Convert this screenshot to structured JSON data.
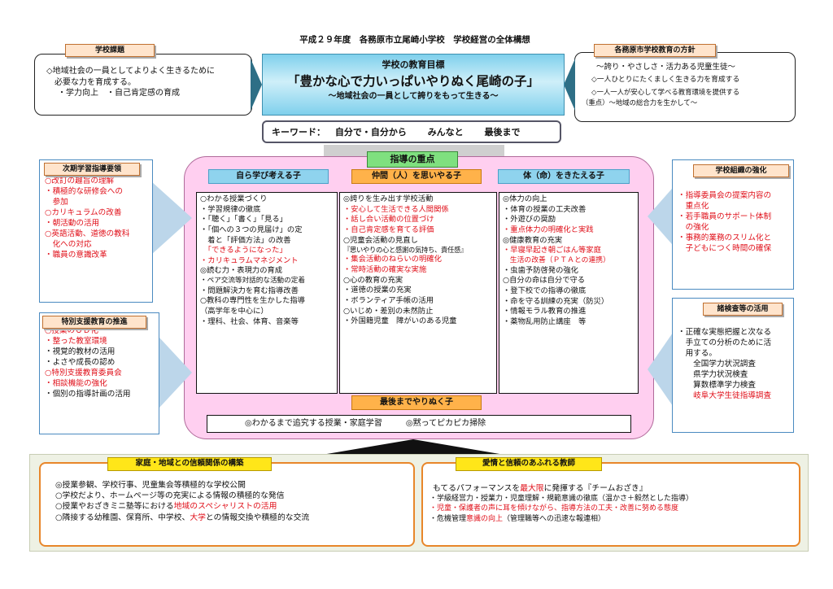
{
  "header_title": "平成２９年度　各務原市立尾崎小学校　学校経営の全体構想",
  "school_issues": {
    "tag": "学校課題",
    "lines": [
      "◇地域社会の一員としてよりよく生きるために",
      "必要な力を育成する。",
      "・学力向上　・自己肯定感の育成"
    ]
  },
  "city_policy": {
    "tag": "各務原市学校教育の方針",
    "lines": [
      "～誇り・やさしさ・活力ある児童生徒～",
      "◇一人ひとりにたくましく生きる力を育成する",
      "◇一人一人が安心して学べる教育環境を提供する",
      "（重点）～地域の総合力を生かして～"
    ]
  },
  "goal": {
    "label": "学校の教育目標",
    "main": "「豊かな心で力いっぱいやりぬく尾崎の子」",
    "sub": "～地域社会の一員として誇りをもって生きる～"
  },
  "keyword": {
    "label": "キーワード：",
    "items": [
      "自分で・自分から",
      "みんなと",
      "最後まで"
    ]
  },
  "priority_title": "指導の重点",
  "next_curriculum": {
    "tag": "次期学習指導要領",
    "lines": [
      {
        "t": "○改訂の趣旨の理解",
        "red": true
      },
      {
        "t": "・積極的な研修会への",
        "red": true
      },
      {
        "t": "　参加",
        "red": true
      },
      {
        "t": "○カリキュラムの改善",
        "red": true
      },
      {
        "t": "・朝活動の活用",
        "red": true
      },
      {
        "t": "○英語活動、道徳の教科",
        "red": true
      },
      {
        "t": "　化への対応",
        "red": true
      },
      {
        "t": "・職員の意識改革",
        "red": true
      }
    ]
  },
  "special_support": {
    "tag": "特別支援教育の推進",
    "lines": [
      {
        "t": "○授業のＵＤ化",
        "red": true
      },
      {
        "t": "・整った教室環境",
        "red": true
      },
      {
        "t": "・視覚的教材の活用",
        "red": false
      },
      {
        "t": "・よさや成長の認め",
        "red": false
      },
      {
        "t": "○特別支援教育委員会",
        "red": true
      },
      {
        "t": "・相談機能の強化",
        "red": true
      },
      {
        "t": "・個別の指導計画の活用",
        "red": false
      }
    ]
  },
  "organization": {
    "tag": "学校組織の強化",
    "lines": [
      {
        "t": "・指導委員会の提案内容の",
        "red": true
      },
      {
        "t": "　重点化",
        "red": true
      },
      {
        "t": "・若手職員のサポート体制",
        "red": true
      },
      {
        "t": "　の強化",
        "red": true
      },
      {
        "t": "・事務的業務のスリム化と",
        "red": true
      },
      {
        "t": "　子どもにつく時間の確保",
        "red": true
      }
    ]
  },
  "tests": {
    "tag": "諸検査等の活用",
    "lines": [
      {
        "t": "・正確な実態把握と次なる",
        "red": false
      },
      {
        "t": "　手立ての分析のために活",
        "red": false
      },
      {
        "t": "　用する。",
        "red": false
      },
      {
        "t": "　　全国学力状況調査",
        "red": false
      },
      {
        "t": "　　県学力状況検査",
        "red": false
      },
      {
        "t": "　　算数標準学力検査",
        "red": false
      },
      {
        "t": "　　岐阜大学生徒指導調査",
        "red": true
      }
    ]
  },
  "columns": [
    {
      "title": "自ら学び考える子",
      "lines": [
        {
          "t": "○わかる授業づくり",
          "red": false
        },
        {
          "t": "・学習規律の徹底",
          "red": false
        },
        {
          "t": "・「聴く」「書く」「見る」",
          "red": false
        },
        {
          "t": "・「個への３つの見届け」の定",
          "red": false
        },
        {
          "t": "　着と「評価方法」の改善",
          "red": false
        },
        {
          "t": "　「できるようになった」",
          "red": true
        },
        {
          "t": "・カリキュラムマネジメント",
          "red": true
        },
        {
          "t": "◎読む力・表現力の育成",
          "red": false
        },
        {
          "t": "・ペア交流等対話的な活動の定着",
          "red": false
        },
        {
          "t": "・問題解決力を育む指導改善",
          "red": false
        },
        {
          "t": "○教科の専門性を生かした指導",
          "red": false
        },
        {
          "t": "（高学年を中心に）",
          "red": false
        },
        {
          "t": "・理科、社会、体育、音楽等",
          "red": false
        }
      ]
    },
    {
      "title": "仲間（人）を思いやる子",
      "lines": [
        {
          "t": "◎誇りを生み出す学校活動",
          "red": false
        },
        {
          "t": "・安心して生活できる人間関係",
          "red": true
        },
        {
          "t": "・話し合い活動の位置づけ",
          "red": true
        },
        {
          "t": "・自己肯定感を育てる評価",
          "red": true
        },
        {
          "t": "○児童会活動の見直し",
          "red": false
        },
        {
          "t": "『思いやりの心と感謝の気持ち、責任感』",
          "red": false
        },
        {
          "t": "・集会活動のねらいの明確化",
          "red": true
        },
        {
          "t": "・常時活動の確実な実施",
          "red": true
        },
        {
          "t": "○心の教育の充実",
          "red": false
        },
        {
          "t": "・道徳の授業の充実",
          "red": false
        },
        {
          "t": "・ボランティア手帳の活用",
          "red": false
        },
        {
          "t": "○いじめ・差別の未然防止",
          "red": false
        },
        {
          "t": "・外国籍児童　障がいのある児童",
          "red": false
        }
      ]
    },
    {
      "title": "体（命）をきたえる子",
      "lines": [
        {
          "t": "◎体力の向上",
          "red": false
        },
        {
          "t": "・体育の授業の工夫改善",
          "red": false
        },
        {
          "t": "・外遊びの奨励",
          "red": false
        },
        {
          "t": "・重点体力の明確化と実践",
          "red": true
        },
        {
          "t": "◎健康教育の充実",
          "red": false
        },
        {
          "t": "・早寝早起き朝ごはん等家庭",
          "red": true
        },
        {
          "t": "　生活の改善（ＰＴＡとの連携）",
          "red": true
        },
        {
          "t": "・虫歯予防啓発の強化",
          "red": false
        },
        {
          "t": "○自分の命は自分で守る",
          "red": false
        },
        {
          "t": "・登下校での指導の徹底",
          "red": false
        },
        {
          "t": "・命を守る訓練の充実（防災）",
          "red": false
        },
        {
          "t": "・情報モラル教育の推進",
          "red": false
        },
        {
          "t": "・薬物乱用防止講座　等",
          "red": false
        }
      ]
    }
  ],
  "persist": {
    "title": "最後までやりぬく子",
    "items": [
      "◎わかるまで追究する授業・家庭学習",
      "◎黙ってピカピカ掃除"
    ]
  },
  "community": {
    "tag": "家庭・地域との信頼関係の構築",
    "lines": [
      {
        "parts": [
          {
            "t": "◎授業参観、学校行事、児童集会等積極的な学校公開",
            "red": false
          }
        ]
      },
      {
        "parts": [
          {
            "t": "○学校だより、ホームページ等の充実による情報の積極的な発信",
            "red": false
          }
        ]
      },
      {
        "parts": [
          {
            "t": "○授業やおざきミニ塾等における",
            "red": false
          },
          {
            "t": "地域のスペシャリストの活用",
            "red": true
          }
        ]
      },
      {
        "parts": [
          {
            "t": "○隣接する幼稚園、保育所、中学校、",
            "red": false
          },
          {
            "t": "大学",
            "red": true
          },
          {
            "t": "との情報交換や積極的な交流",
            "red": false
          }
        ]
      }
    ]
  },
  "teachers": {
    "tag": "愛情と信頼のあふれる教師",
    "lines": [
      {
        "parts": [
          {
            "t": "もてるパフォーマンスを",
            "red": false
          },
          {
            "t": "最大限",
            "red": true
          },
          {
            "t": "に発揮する『チームおざき』",
            "red": false
          }
        ]
      },
      {
        "parts": [
          {
            "t": "・学級経営力・授業力・児童理解・規範意識の徹底（温かさ＋毅然とした指導）",
            "red": false
          }
        ]
      },
      {
        "parts": [
          {
            "t": "・児童・保護者の声に耳を傾けながら、指導方法の工夫・改善に努める態度",
            "red": true
          }
        ]
      },
      {
        "parts": [
          {
            "t": "・危機管理",
            "red": false
          },
          {
            "t": "意識の向上",
            "red": true
          },
          {
            "t": "（管理職等への迅速な報連相）",
            "red": false
          }
        ]
      }
    ]
  }
}
